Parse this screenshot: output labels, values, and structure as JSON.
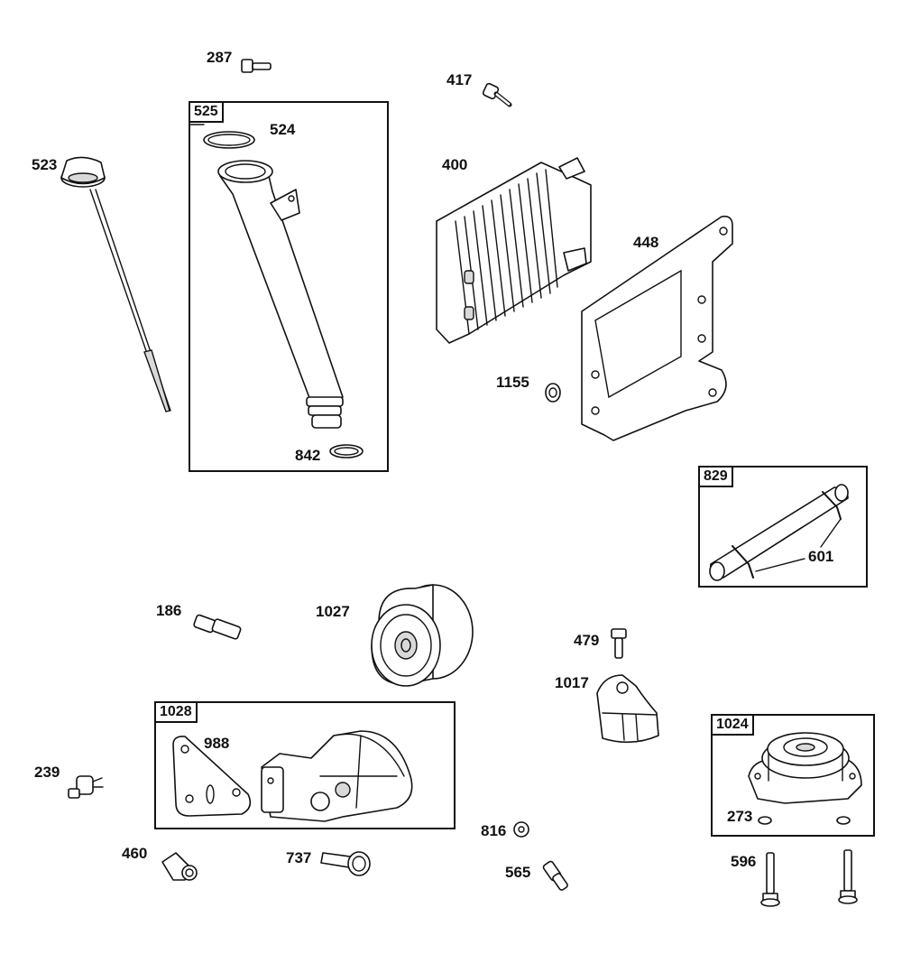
{
  "groups": [
    {
      "id": "525",
      "label": "525"
    },
    {
      "id": "829",
      "label": "829"
    },
    {
      "id": "1028",
      "label": "1028"
    },
    {
      "id": "1024",
      "label": "1024"
    }
  ],
  "parts": {
    "p287": "287",
    "p417": "417",
    "p524": "524",
    "p523": "523",
    "p400": "400",
    "p448": "448",
    "p1155": "1155",
    "p842": "842",
    "p601": "601",
    "p186": "186",
    "p1027": "1027",
    "p479": "479",
    "p1017": "1017",
    "p988": "988",
    "p239": "239",
    "p273": "273",
    "p816": "816",
    "p460": "460",
    "p737": "737",
    "p565": "565",
    "p596": "596"
  },
  "colors": {
    "line": "#111111",
    "background": "#ffffff",
    "shade": "#d9d9d9"
  }
}
